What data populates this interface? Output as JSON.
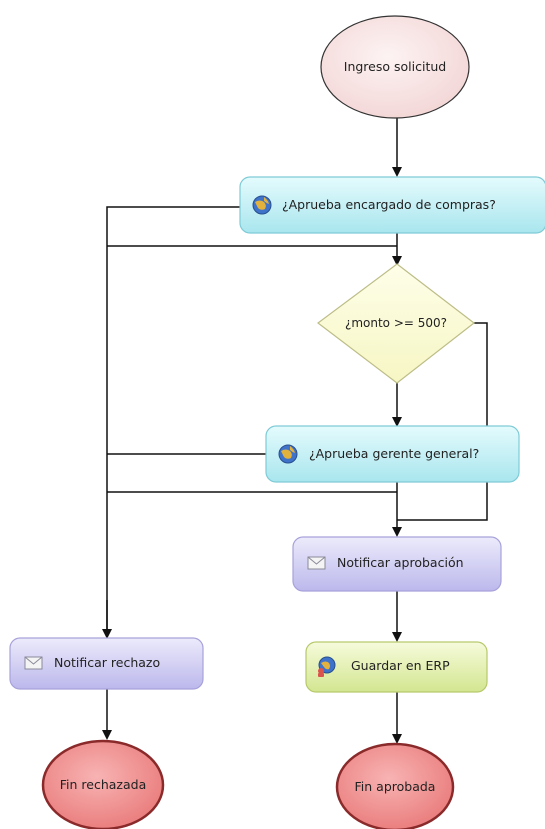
{
  "diagram": {
    "start": {
      "label": "Ingreso solicitud"
    },
    "task_compras": {
      "label": "¿Aprueba encargado de compras?",
      "icon": "globe-icon"
    },
    "decision_monto": {
      "label": "¿monto >= 500?"
    },
    "task_gerente": {
      "label": "¿Aprueba gerente general?",
      "icon": "globe-icon"
    },
    "task_notificar_aprobacion": {
      "label": "Notificar aprobación",
      "icon": "envelope-icon"
    },
    "task_notificar_rechazo": {
      "label": "Notificar rechazo",
      "icon": "envelope-icon"
    },
    "task_guardar_erp": {
      "label": "Guardar en ERP",
      "icon": "globe-user-icon"
    },
    "end_rechazada": {
      "label": "Fin rechazada"
    },
    "end_aprobada": {
      "label": "Fin aprobada"
    }
  },
  "colors": {
    "start_fill": "#f8e1e1",
    "task_cyan": "#c8f2f6",
    "task_purple": "#d6d4f4",
    "task_green": "#e8f2b8",
    "decision_fill": "#fbfbd6",
    "end_fill": "#f29494",
    "line": "#111111"
  }
}
